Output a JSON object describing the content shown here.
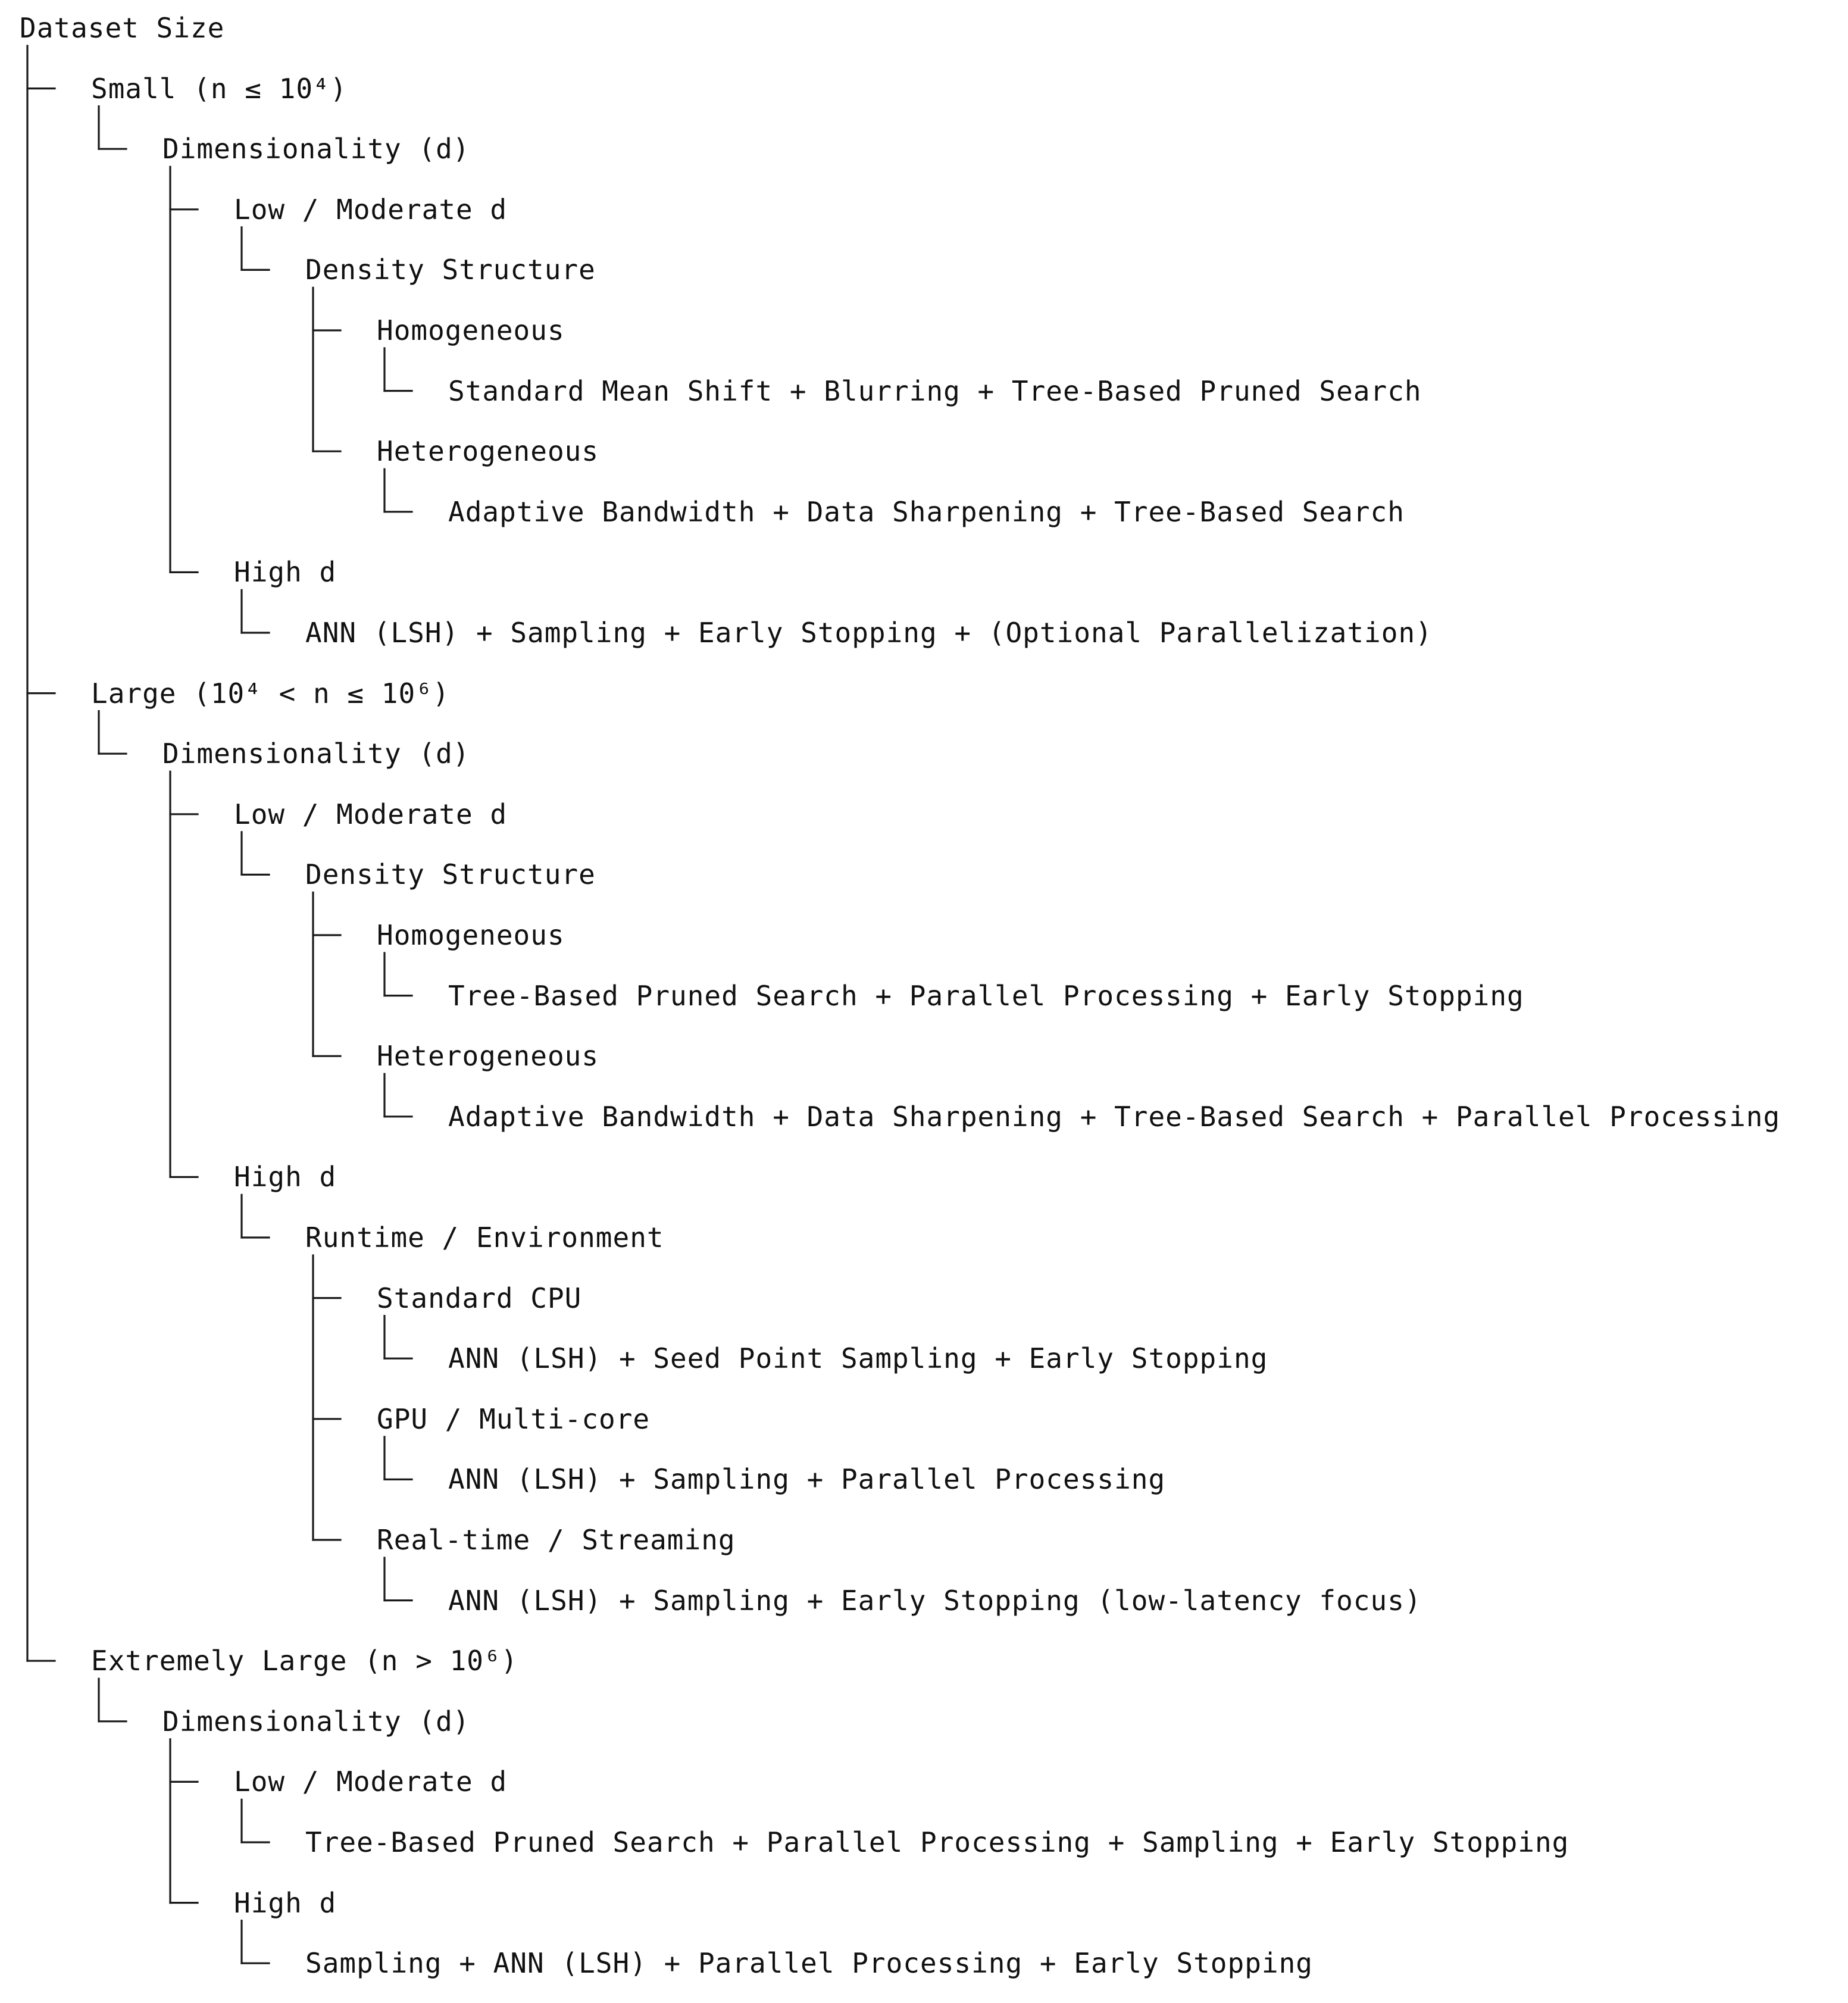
{
  "tree": {
    "root": {
      "label": "Dataset Size",
      "children": [
        {
          "label": "Small (n ≤ 10⁴)",
          "children": [
            {
              "label": "Dimensionality (d)",
              "children": [
                {
                  "label": "Low / Moderate d",
                  "children": [
                    {
                      "label": "Density Structure",
                      "children": [
                        {
                          "label": "Homogeneous",
                          "children": [
                            {
                              "label": "Standard Mean Shift + Blurring + Tree-Based Pruned Search"
                            }
                          ]
                        },
                        {
                          "label": "Heterogeneous",
                          "children": [
                            {
                              "label": "Adaptive Bandwidth + Data Sharpening + Tree-Based Search"
                            }
                          ]
                        }
                      ]
                    }
                  ]
                },
                {
                  "label": "High d",
                  "children": [
                    {
                      "label": "ANN (LSH) + Sampling + Early Stopping + (Optional Parallelization)"
                    }
                  ]
                }
              ]
            }
          ]
        },
        {
          "label": "Large (10⁴ < n ≤ 10⁶)",
          "children": [
            {
              "label": "Dimensionality (d)",
              "children": [
                {
                  "label": "Low / Moderate d",
                  "children": [
                    {
                      "label": "Density Structure",
                      "children": [
                        {
                          "label": "Homogeneous",
                          "children": [
                            {
                              "label": "Tree-Based Pruned Search + Parallel Processing + Early Stopping"
                            }
                          ]
                        },
                        {
                          "label": "Heterogeneous",
                          "children": [
                            {
                              "label": "Adaptive Bandwidth + Data Sharpening + Tree-Based Search + Parallel Processing"
                            }
                          ]
                        }
                      ]
                    }
                  ]
                },
                {
                  "label": "High d",
                  "children": [
                    {
                      "label": "Runtime / Environment",
                      "children": [
                        {
                          "label": "Standard CPU",
                          "children": [
                            {
                              "label": "ANN (LSH) + Seed Point Sampling + Early Stopping"
                            }
                          ]
                        },
                        {
                          "label": "GPU / Multi-core",
                          "children": [
                            {
                              "label": "ANN (LSH) + Sampling + Parallel Processing"
                            }
                          ]
                        },
                        {
                          "label": "Real-time / Streaming",
                          "children": [
                            {
                              "label": "ANN (LSH) + Sampling + Early Stopping (low-latency focus)"
                            }
                          ]
                        }
                      ]
                    }
                  ]
                }
              ]
            }
          ]
        },
        {
          "label": "Extremely Large (n > 10⁶)",
          "children": [
            {
              "label": "Dimensionality (d)",
              "children": [
                {
                  "label": "Low / Moderate d",
                  "children": [
                    {
                      "label": "Tree-Based Pruned Search + Parallel Processing + Sampling + Early Stopping"
                    }
                  ]
                },
                {
                  "label": "High d",
                  "children": [
                    {
                      "label": "Sampling + ANN (LSH) + Parallel Processing + Early Stopping"
                    }
                  ]
                }
              ]
            }
          ]
        }
      ]
    }
  }
}
